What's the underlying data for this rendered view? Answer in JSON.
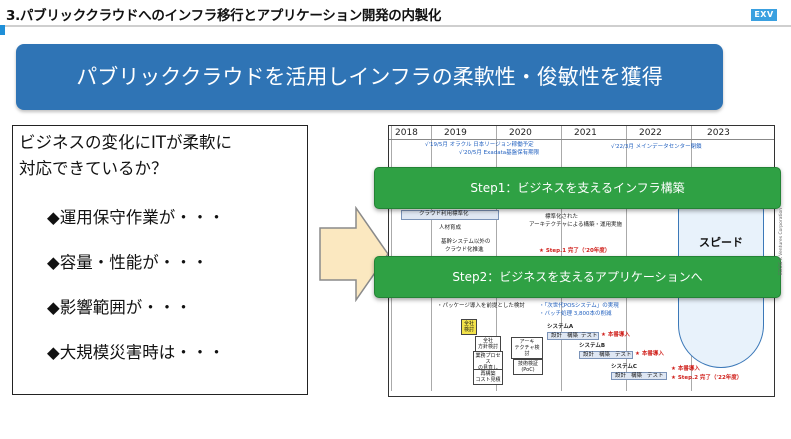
{
  "header": {
    "title": "3.パブリッククラウドへのインフラ移行とアプリケーション開発の内製化",
    "logo": "EXV",
    "accent_color": "#1f8fd8"
  },
  "banner": {
    "text": "パブリッククラウドを活用しインフラの柔軟性・俊敏性を獲得",
    "color": "#2f74b5"
  },
  "question_box": {
    "line1": "ビジネスの変化にITが柔軟に",
    "line2": "対応できているか？",
    "concerns": [
      "◆運用保守作業が・・・",
      "◆容量・性能が・・・",
      "◆影響範囲が・・・",
      "◆大規模災害時は・・・"
    ]
  },
  "arrow": {
    "icon": "right-arrow-icon",
    "fill": "#fbe8c0",
    "stroke": "#8a8a8a"
  },
  "roadmap": {
    "years": [
      "2018",
      "2019",
      "2020",
      "2021",
      "2022",
      "2023"
    ],
    "notes": {
      "n1": "√'19/5月 オラクル 日本リージョン稼働予定",
      "n2": "√'20/5月 Exadata基盤保有期限",
      "n3": "√'22/3月 メインデータセンター閉鎖",
      "n4": "クラウド利用標準化",
      "n5": "人材育成",
      "n6": "標準化された",
      "n7": "アーキテクチャによる構築・運用実施",
      "n8": "基幹システム以外の",
      "n9": "クラウド化推進",
      "n10": "★ Step.1 完了（'20年度）",
      "n11": "・パッケージ導入を前提とした検討",
      "n12": "・「次世代POSシステム」の実現",
      "n13": "・バッチ処理 3,800本の削減",
      "n14": "システムA",
      "n15": "システムB",
      "n16": "システムC",
      "n17": "★ 本番導入",
      "n18": "★ Step.2 完了（'22年度）",
      "n19": "全社",
      "n20": "方針検討",
      "n21": "業務プロセス",
      "n22": "の見直し",
      "n23": "アーキ",
      "n24": "テクチャ検討",
      "n25": "技術検証",
      "n26": "(PoC)",
      "n27": "再構築",
      "n28": "コスト見積",
      "n29": "設計",
      "n30": "構築",
      "n31": "テスト",
      "n32": "検討"
    },
    "speed_label": "スピード"
  },
  "steps": {
    "step1": "Step1：ビジネスを支えるインフラ構築",
    "step2": "Step2：ビジネスを支えるアプリケーションへ",
    "color": "#2fa144"
  },
  "side_note": "EDOG X Ventures Corporation"
}
